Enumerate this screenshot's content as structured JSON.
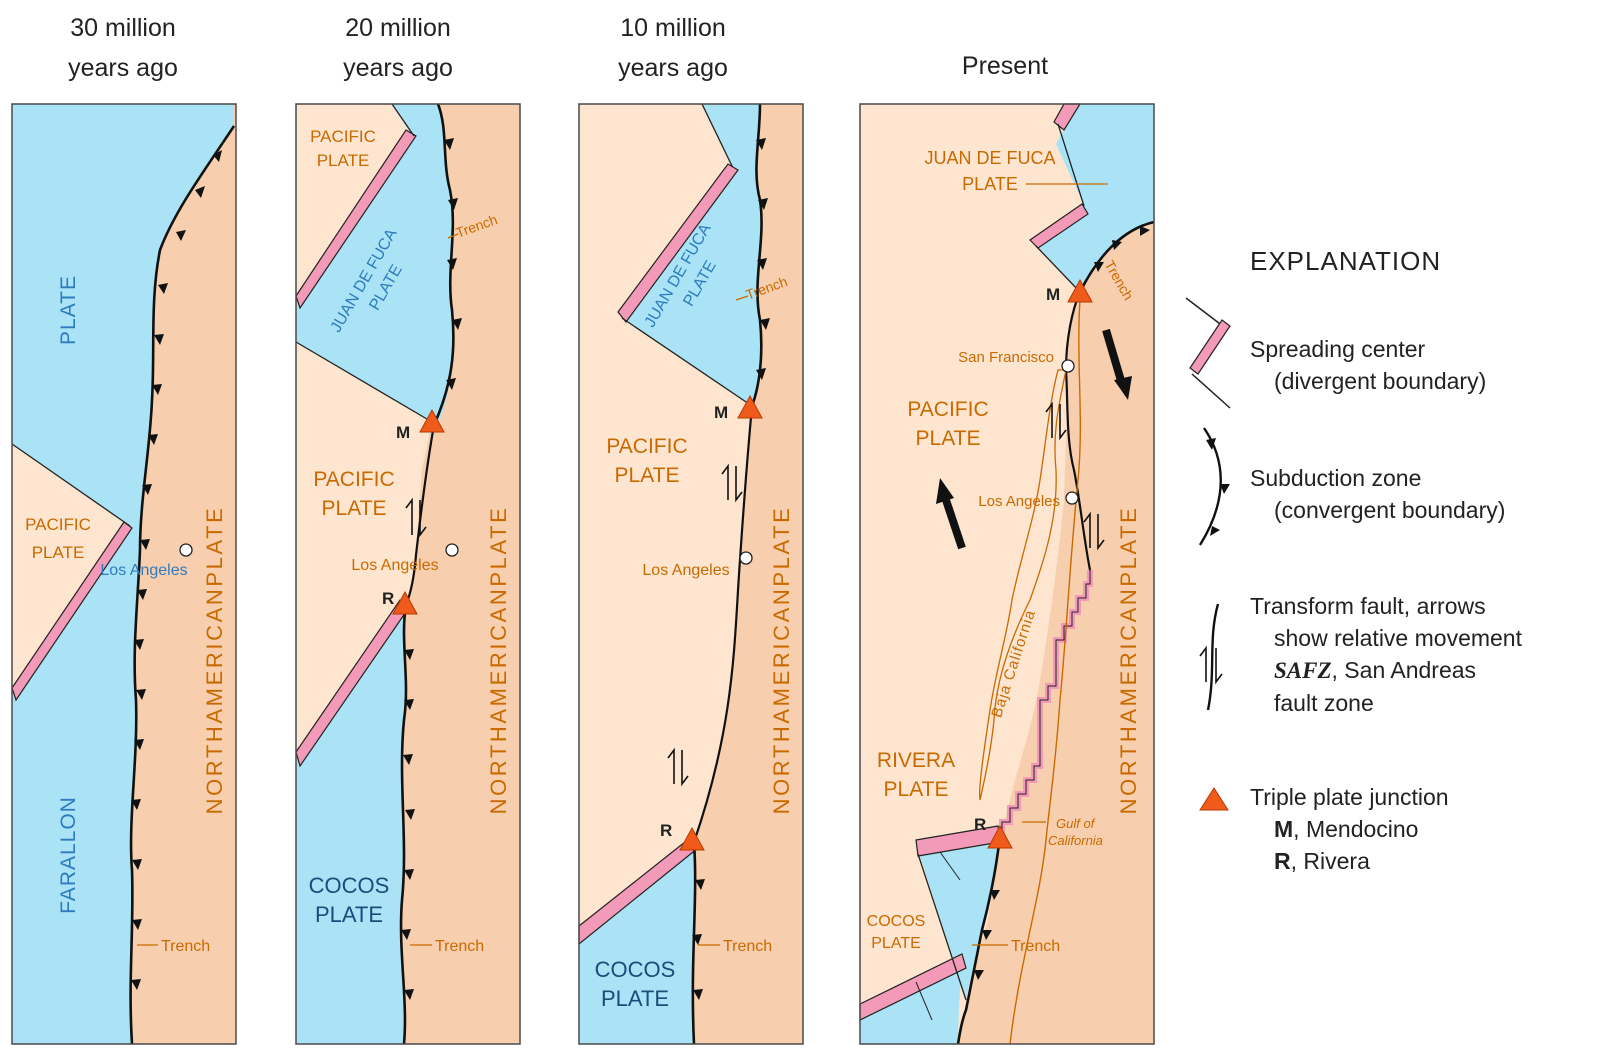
{
  "panels": [
    {
      "title_line1": "30 million",
      "title_line2": "years ago",
      "labels": {
        "plate_top": "PLATE",
        "farallon": "FARALLON",
        "pacific_line1": "PACIFIC",
        "pacific_line2": "PLATE",
        "los_angeles": "Los Angeles",
        "trench": "Trench",
        "north_american": "NORTHAMERICANPLATE"
      }
    },
    {
      "title_line1": "20 million",
      "title_line2": "years ago",
      "labels": {
        "pacific_top_line1": "PACIFIC",
        "pacific_top_line2": "PLATE",
        "juan_line1": "JUAN DE FUCA",
        "juan_line2": "PLATE",
        "trench_top": "Trench",
        "m": "M",
        "pacific_line1": "PACIFIC",
        "pacific_line2": "PLATE",
        "los_angeles": "Los Angeles",
        "r": "R",
        "cocos_line1": "COCOS",
        "cocos_line2": "PLATE",
        "trench": "Trench",
        "north_american": "NORTHAMERICANPLATE"
      }
    },
    {
      "title_line1": "10 million",
      "title_line2": "years ago",
      "labels": {
        "juan_line1": "JUAN DE FUCA",
        "juan_line2": "PLATE",
        "trench_top": "Trench",
        "m": "M",
        "pacific_line1": "PACIFIC",
        "pacific_line2": "PLATE",
        "los_angeles": "Los Angeles",
        "r": "R",
        "cocos_line1": "COCOS",
        "cocos_line2": "PLATE",
        "trench": "Trench",
        "north_american": "NORTHAMERICANPLATE"
      }
    },
    {
      "title": "Present",
      "labels": {
        "juan_line1": "JUAN DE FUCA",
        "juan_line2": "PLATE",
        "trench_top": "Trench",
        "m": "M",
        "san_francisco": "San Francisco",
        "pacific_line1": "PACIFIC",
        "pacific_line2": "PLATE",
        "los_angeles": "Los Angeles",
        "baja": "Baja California",
        "rivera_line1": "RIVERA",
        "rivera_line2": "PLATE",
        "r": "R",
        "gulf_line1": "Gulf of",
        "gulf_line2": "California",
        "cocos_line1": "COCOS",
        "cocos_line2": "PLATE",
        "trench": "Trench",
        "north_american": "NORTHAMERICANPLATE"
      }
    }
  ],
  "legend": {
    "heading": "EXPLANATION",
    "spreading_line1": "Spreading center",
    "spreading_line2": "(divergent boundary)",
    "subduction_line1": "Subduction zone",
    "subduction_line2": "(convergent boundary)",
    "transform_line1": "Transform fault, arrows",
    "transform_line2": "show relative movement",
    "transform_safz": "SAFZ",
    "transform_line3_rest": ", San Andreas",
    "transform_line4": "fault zone",
    "triple_line1": "Triple plate junction",
    "triple_m": "M",
    "triple_m_rest": ", Mendocino",
    "triple_r": "R",
    "triple_r_rest": ", Rivera"
  },
  "colors": {
    "ocean_plate": "#a9e3f5",
    "north_american": "#f8cfae",
    "pacific_plate": "#fde5d0",
    "spreading": "#f39ab8",
    "triple": "#f05a1a",
    "label_orange": "#c96a00",
    "label_blue": "#2e7bbf"
  }
}
